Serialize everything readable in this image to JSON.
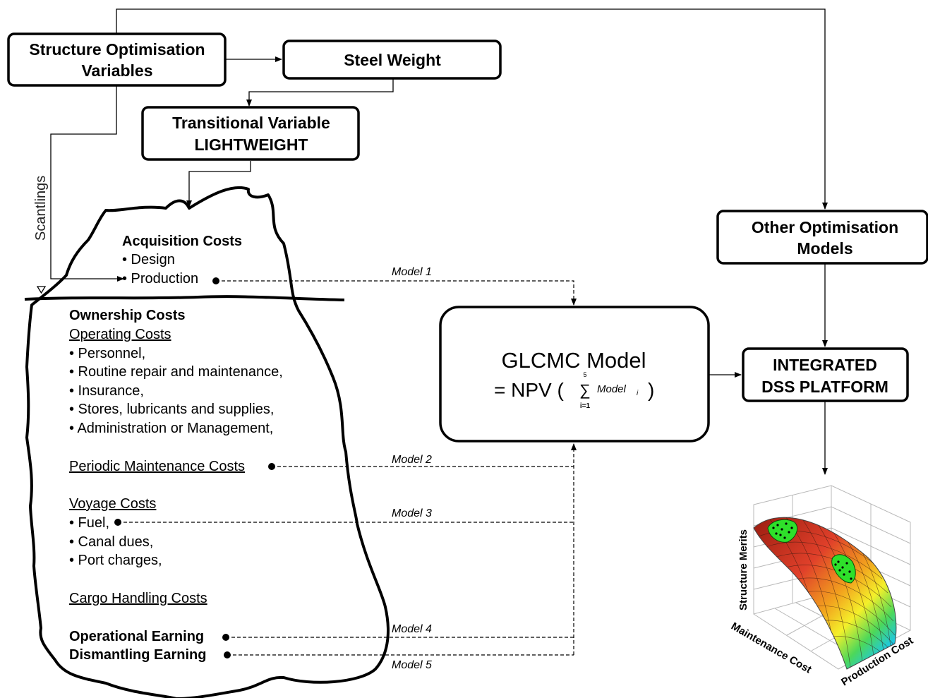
{
  "boxes": {
    "structure_opt": [
      "Structure Optimisation",
      "Variables"
    ],
    "steel_weight": "Steel Weight",
    "transitional": [
      "Transitional Variable",
      "LIGHTWEIGHT"
    ],
    "other_opt": [
      "Other Optimisation",
      "Models"
    ],
    "integrated": [
      "INTEGRATED",
      "DSS PLATFORM"
    ]
  },
  "scantlings": "Scantlings",
  "acquisition": {
    "title": "Acquisition Costs",
    "items": [
      "• Design",
      "• Production"
    ]
  },
  "ownership": {
    "title": "Ownership Costs",
    "operating_title": "Operating Costs",
    "operating_items": [
      "• Personnel,",
      "• Routine repair and maintenance,",
      "• Insurance,",
      "• Stores, lubricants and supplies,",
      "• Administration or Management,"
    ],
    "periodic": "Periodic Maintenance Costs",
    "voyage_title": "Voyage Costs",
    "voyage_items": [
      "• Fuel,",
      "• Canal dues,",
      "• Port charges,"
    ],
    "cargo": "Cargo Handling Costs",
    "operational_earning": "Operational Earning",
    "dismantling_earning": "Dismantling Earning"
  },
  "models": [
    "Model 1",
    "Model 2",
    "Model 3",
    "Model 4",
    "Model 5"
  ],
  "glcmc": {
    "line1": "GLCMC Model",
    "line2_prefix": "= NPV (",
    "sum_upper": "5",
    "sum_symbol": "∑",
    "sum_lower": "i=1",
    "sum_term": "Model",
    "sum_sub": "i",
    "line2_suffix": ")"
  },
  "surface_plot": {
    "z_label": "Structure Merits",
    "x_label": "Maintenance Cost",
    "y_label": "Production Cost"
  }
}
